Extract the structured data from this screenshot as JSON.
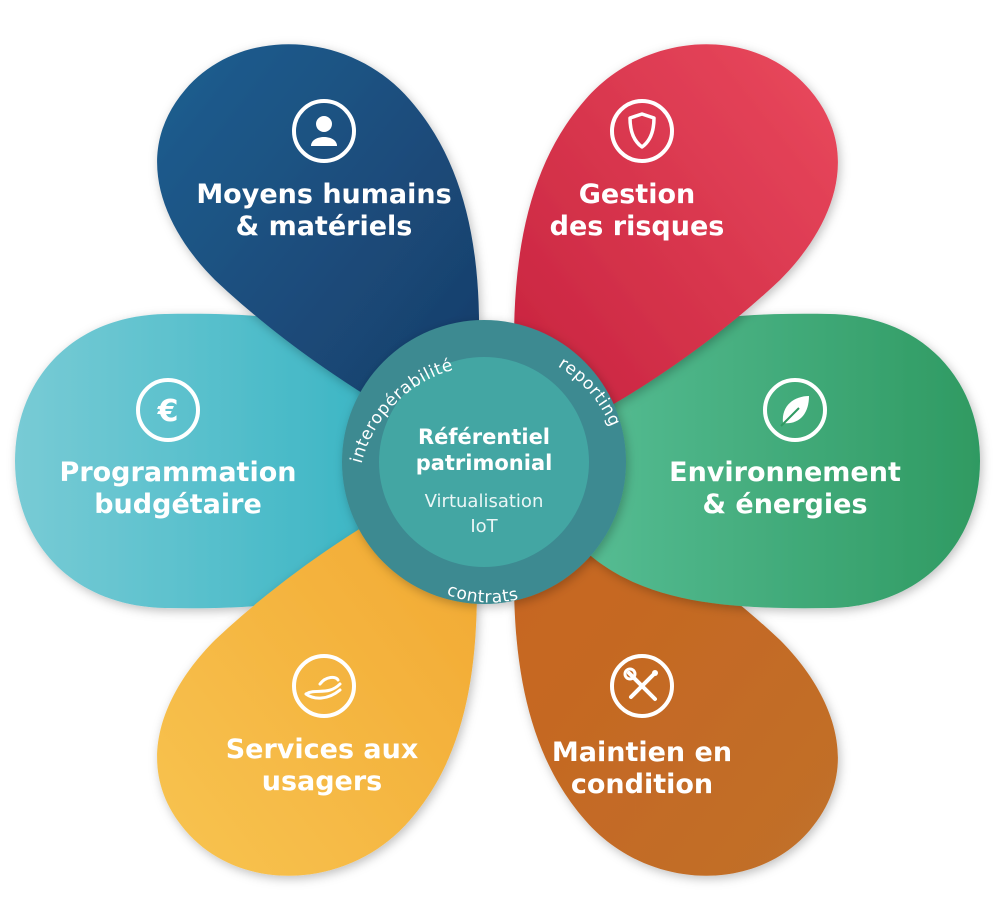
{
  "center": {
    "title_line1": "Référentiel",
    "title_line2": "patrimonial",
    "sub_line1": "Virtualisation",
    "sub_line2": "IoT",
    "ring_labels": [
      "interopérabilité",
      "reporting",
      "contrats"
    ]
  },
  "petals": [
    {
      "id": "moyens",
      "line1": "Moyens humains",
      "line2": "& matériels",
      "icon": "person-icon",
      "color_light": "#1f5f91",
      "color_dark": "#173a66"
    },
    {
      "id": "risques",
      "line1": "Gestion",
      "line2": "des risques",
      "icon": "shield-icon",
      "color_light": "#ea4a5e",
      "color_dark": "#c5203c"
    },
    {
      "id": "environnement",
      "line1": "Environnement",
      "line2": "& énergies",
      "icon": "leaf-icon",
      "color_light": "#5bc19a",
      "color_dark": "#2f9a62"
    },
    {
      "id": "maintien",
      "line1": "Maintien en",
      "line2": "condition",
      "icon": "tools-icon",
      "color_light": "#e0813a",
      "color_dark": "#c05f1e"
    },
    {
      "id": "services",
      "line1": "Services aux",
      "line2": "usagers",
      "icon": "hand-icon",
      "color_light": "#f8c451",
      "color_dark": "#f1a730"
    },
    {
      "id": "programmation",
      "line1": "Programmation",
      "line2": "budgétaire",
      "icon": "euro-icon",
      "color_light": "#78cbd5",
      "color_dark": "#2cb0c0"
    }
  ],
  "colors": {
    "center_outer": "#3d8a91",
    "center_inner": "#43a6a3"
  }
}
